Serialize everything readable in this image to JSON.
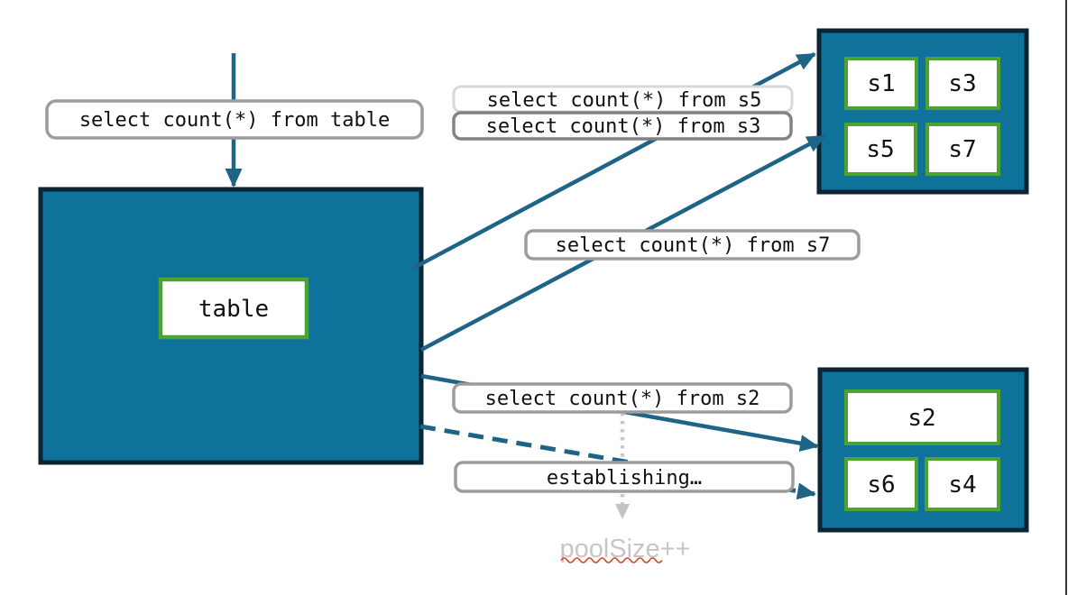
{
  "diagram": {
    "table_node": {
      "label": "table"
    },
    "top_shard_group": {
      "shards": [
        "s1",
        "s3",
        "s5",
        "s7"
      ]
    },
    "bottom_shard_group": {
      "shards": [
        "s2",
        "s6",
        "s4"
      ]
    },
    "query_labels": {
      "table": "select count(*) from table",
      "s5": "select count(*) from s5",
      "s3": "select count(*) from s3",
      "s7": "select count(*) from s7",
      "s2": "select count(*) from s2",
      "establishing": "establishing…"
    },
    "annotations": {
      "pool_size": "poolSize++"
    },
    "colors": {
      "node_fill": "#0f729b",
      "node_border": "#0d2433",
      "shard_border": "#4da32f",
      "arrow": "#1e6486",
      "label_border": "#9c9c9c",
      "label_border_dark": "#838383",
      "label_border_light": "#d8d8d8",
      "muted_arrow": "#c9c9c9",
      "muted_text": "#c6c6c6",
      "spellcheck_red": "#e0402a",
      "text": "#111111",
      "background": "#ffffff"
    }
  }
}
